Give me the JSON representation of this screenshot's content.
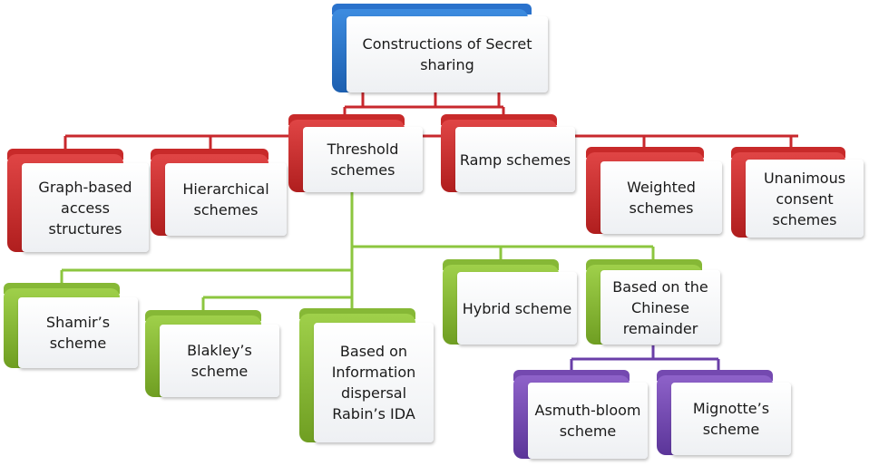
{
  "root": {
    "label": "Constructions of Secret sharing"
  },
  "categories": [
    {
      "label": "Graph-based access structures"
    },
    {
      "label": "Hierarchical schemes"
    },
    {
      "label": "Threshold schemes"
    },
    {
      "label": "Ramp schemes"
    },
    {
      "label": "Weighted schemes"
    },
    {
      "label": "Unanimous consent schemes"
    }
  ],
  "threshold_children": [
    {
      "label": "Shamir’s scheme"
    },
    {
      "label": "Blakley’s scheme"
    },
    {
      "label": "Based on Information dispersal Rabin’s IDA"
    },
    {
      "label": "Hybrid scheme"
    },
    {
      "label": "Based on the Chinese remainder"
    }
  ],
  "crt_children": [
    {
      "label": "Asmuth-bloom scheme"
    },
    {
      "label": "Mignotte’s scheme"
    }
  ],
  "colors": {
    "root": "#2a72cc",
    "category": "#c82a2a",
    "threshold_child": "#86b836",
    "crt_child": "#7449b0"
  }
}
